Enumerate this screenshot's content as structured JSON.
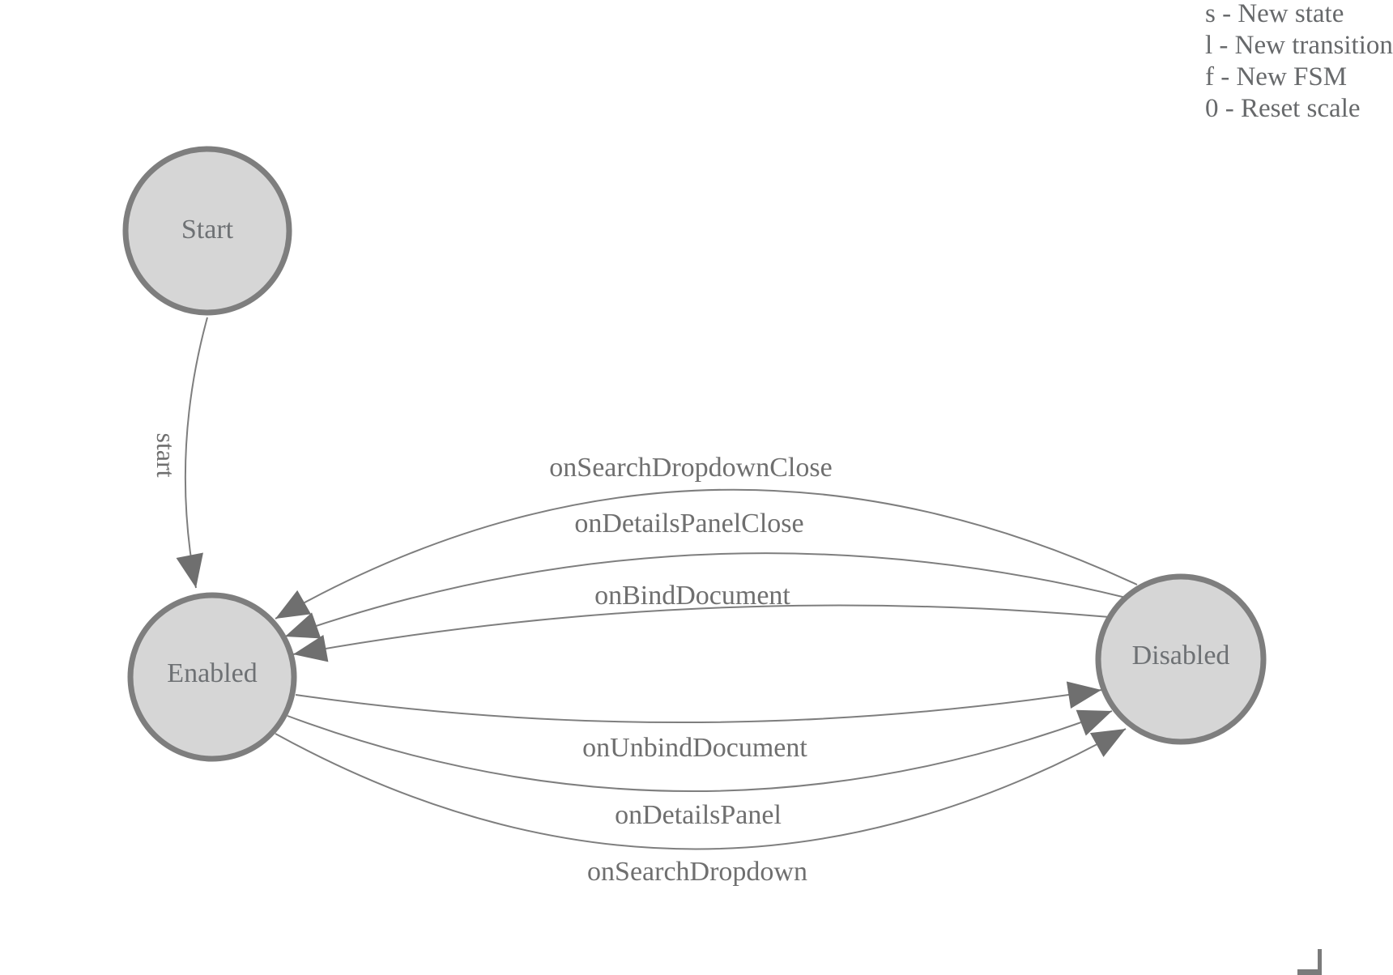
{
  "diagram": {
    "states": [
      {
        "id": "start",
        "label": "Start"
      },
      {
        "id": "enabled",
        "label": "Enabled"
      },
      {
        "id": "disabled",
        "label": "Disabled"
      }
    ],
    "transitions": [
      {
        "label": "start",
        "from": "Start",
        "to": "Enabled"
      },
      {
        "label": "onSearchDropdownClose",
        "from": "Disabled",
        "to": "Enabled"
      },
      {
        "label": "onDetailsPanelClose",
        "from": "Disabled",
        "to": "Enabled"
      },
      {
        "label": "onBindDocument",
        "from": "Disabled",
        "to": "Enabled"
      },
      {
        "label": "onUnbindDocument",
        "from": "Enabled",
        "to": "Disabled"
      },
      {
        "label": "onDetailsPanel",
        "from": "Enabled",
        "to": "Disabled"
      },
      {
        "label": "onSearchDropdown",
        "from": "Enabled",
        "to": "Disabled"
      }
    ]
  },
  "legend": {
    "lines": [
      "s - New state",
      "l - New transition",
      "f - New FSM",
      "0 - Reset scale"
    ]
  },
  "colors": {
    "state_fill": "#d6d6d6",
    "state_stroke": "#7e7e7e",
    "edge_stroke": "#7e7e7e",
    "arrow_fill": "#6f6f6f",
    "label_text": "#6e7174",
    "legend_text": "#67696b"
  }
}
